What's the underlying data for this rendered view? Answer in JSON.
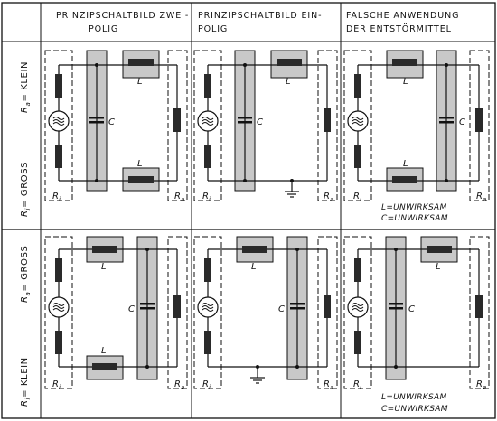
{
  "headers": [
    {
      "line1": "PRINZIPSCHALTBILD ZWEI-",
      "line2": "POLIG"
    },
    {
      "line1": "PRINZIPSCHALTBILD EIN-",
      "line2": "POLIG"
    },
    {
      "line1": "FALSCHE ANWENDUNG",
      "line2": "DER ENTSTÖRMITTEL"
    }
  ],
  "rows": [
    {
      "ra": "R",
      "ra_sub": "a",
      "ra_value": "= KLEIN",
      "ri": "R",
      "ri_sub": "i",
      "ri_value": "= GROSS"
    },
    {
      "ra": "R",
      "ra_sub": "a",
      "ra_value": "= GROSS",
      "ri": "R",
      "ri_sub": "i",
      "ri_value": "= KLEIN"
    }
  ],
  "labels": {
    "inductor": "L",
    "capacitor": "C",
    "ri": "R",
    "ri_sub": "i",
    "ra": "R",
    "ra_sub": "a"
  },
  "notes": {
    "l_ineffective": "L=UNWIRKSAM",
    "c_ineffective": "C=UNWIRKSAM"
  },
  "colors": {
    "line": "#111111",
    "shade": "#c8c8c8",
    "component": "#2a2a2a"
  }
}
